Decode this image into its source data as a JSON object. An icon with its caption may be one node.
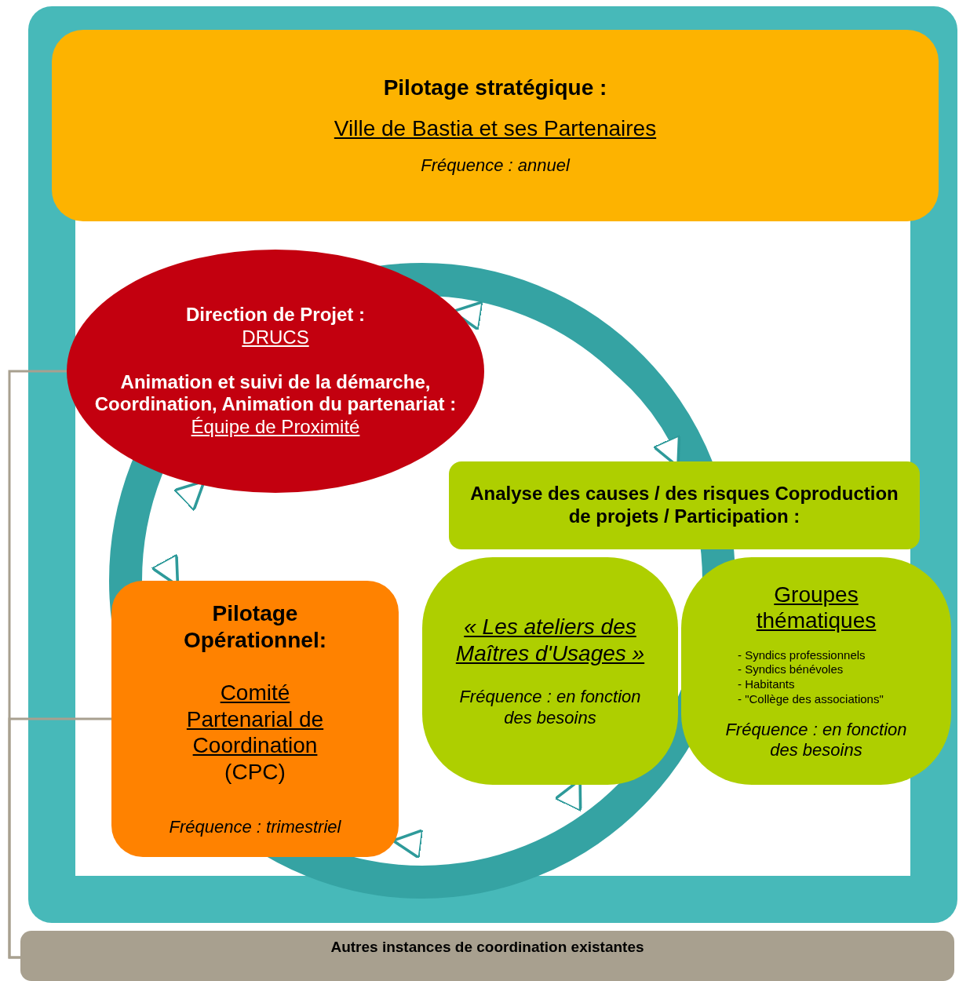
{
  "diagram": {
    "nodes": [
      {
        "text": [
          "Pilotage stratégique :",
          "Ville de Bastia et ses Partenaires",
          "Fréquence : annuel"
        ]
      },
      {
        "text": [
          "Direction de Projet :",
          "DRUCS",
          "Animation et suivi de la démarche, Coordination, Animation du partenariat :",
          "Équipe de Proximité"
        ]
      },
      {
        "text": [
          "Analyse des causes / des risques Coproduction de projets / Participation :"
        ]
      },
      {
        "text": [
          "« Les ateliers des Maîtres d'Usages »",
          "Fréquence : en fonction des besoins"
        ]
      },
      {
        "text": [
          "Groupes thématiques",
          "- Syndics professionnels",
          "- Syndics bénévoles",
          "- Habitants",
          "- \"Collège des associations\"",
          "Fréquence : en fonction des besoins"
        ]
      },
      {
        "text": [
          "Pilotage Opérationnel:",
          "Comité Partenarial de Coordination",
          "(CPC)",
          "Fréquence : trimestriel"
        ]
      },
      {
        "text": [
          "Autres instances de coordination existantes"
        ]
      }
    ],
    "edges": [
      {
        "from": 1,
        "to": 2,
        "arrow": "both"
      },
      {
        "from": 5,
        "to": 3,
        "arrow": "both"
      },
      {
        "from": 1,
        "to": 5,
        "arrow": "both"
      },
      {
        "from": 1,
        "to": 6,
        "arrow": "none",
        "color": "#a8a08f"
      },
      {
        "from": 5,
        "to": 6,
        "arrow": "none",
        "color": "#a8a08f"
      }
    ]
  }
}
